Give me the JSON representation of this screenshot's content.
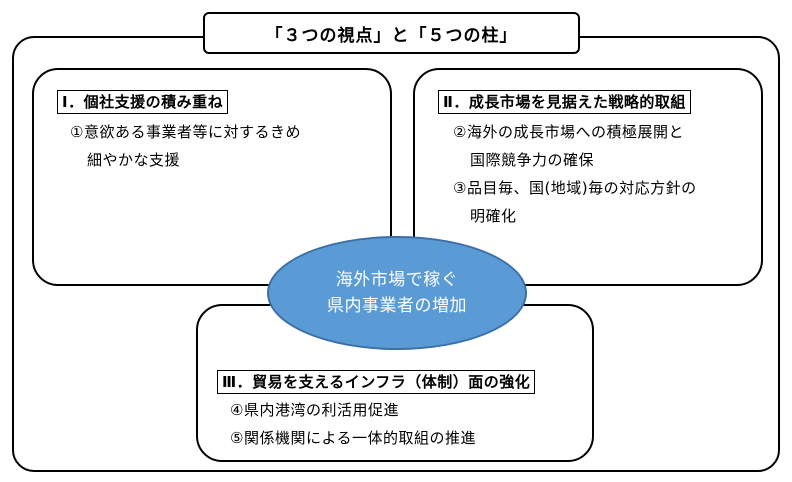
{
  "title": "「３つの視点」と「５つの柱」",
  "center": {
    "line1": "海外市場で稼ぐ",
    "line2": "県内事業者の増加"
  },
  "panels": [
    {
      "heading": "Ⅰ．個社支援の積み重ね",
      "items": [
        {
          "lines": [
            "①意欲ある事業者等に対するきめ",
            "細やかな支援"
          ]
        }
      ]
    },
    {
      "heading": "Ⅱ．成長市場を見据えた戦略的取組",
      "items": [
        {
          "lines": [
            "②海外の成長市場への積極展開と",
            "国際競争力の確保"
          ]
        },
        {
          "lines": [
            "③品目毎、国(地域)毎の対応方針の",
            "明確化"
          ]
        }
      ]
    },
    {
      "heading": "Ⅲ．貿易を支えるインフラ（体制）面の強化",
      "items": [
        {
          "lines": [
            "④県内港湾の利活用促進"
          ]
        },
        {
          "lines": [
            "⑤関係機関による一体的取組の推進"
          ]
        }
      ]
    }
  ],
  "colors": {
    "ellipse_fill": "#5b9bd5",
    "ellipse_border": "#3b6fa6",
    "ellipse_text": "#ffffff"
  }
}
